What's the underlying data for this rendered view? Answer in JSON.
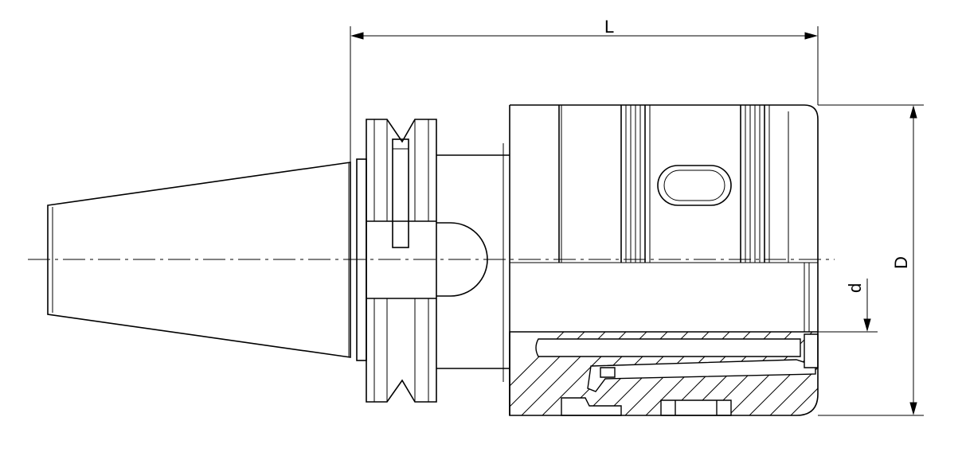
{
  "drawing": {
    "dimensions": {
      "length_label": "L",
      "diameter_label": "D",
      "bore_label": "d"
    },
    "colors": {
      "line": "#000000",
      "background": "#ffffff"
    }
  }
}
